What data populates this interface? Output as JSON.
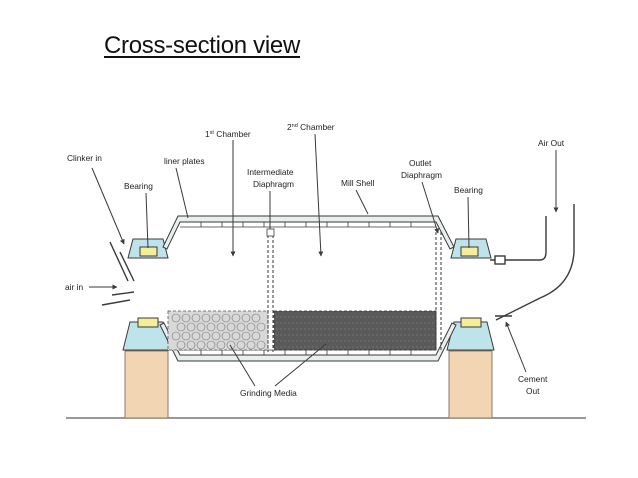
{
  "title": "Cross-section view",
  "labels": {
    "chamber1_base": "1",
    "chamber1_sup": "st",
    "chamber1_word": " Chamber",
    "chamber2_base": "2",
    "chamber2_sup": "nd",
    "chamber2_word": " Chamber",
    "air_out": "Air Out",
    "clinker_in": "Clinker in",
    "liner_plates": "liner plates",
    "intermediate_diaphragm_1": "Intermediate",
    "intermediate_diaphragm_2": "Diaphragm",
    "outlet_diaphragm_1": "Outlet",
    "outlet_diaphragm_2": "Diaphragm",
    "mill_shell": "Mill Shell",
    "bearing_left": "Bearing",
    "bearing_right": "Bearing",
    "air_in": "air in",
    "grinding_media": "Grinding Media",
    "cement_out_1": "Cement",
    "cement_out_2": "Out"
  },
  "colors": {
    "line": "#3a3a3a",
    "bearing_cap": "#f4ee9a",
    "bearing_housing": "#bfe3ea",
    "pedestal": "#f2d6b4",
    "shell_fill": "#e9eeee",
    "media_coarse": "#d8d8d8",
    "media_fine": "#5a5a5a"
  }
}
